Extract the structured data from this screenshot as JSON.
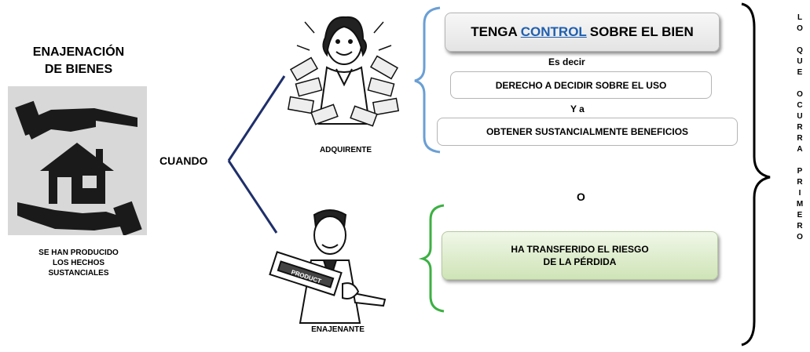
{
  "left": {
    "title_line1": "ENAJENACIÓN",
    "title_line2": "DE BIENES",
    "caption_line1": "SE HAN PRODUCIDO",
    "caption_line2": "LOS HECHOS",
    "caption_line3": "SUSTANCIALES",
    "image_icon": "hands-protecting-house-icon"
  },
  "branch": {
    "label": "CUANDO"
  },
  "top_branch": {
    "figure_label": "ADQUIRENTE",
    "figure_icon": "woman-with-money-icon",
    "box1_before": "TENGA",
    "box1_highlight": "CONTROL",
    "box1_after": "SOBRE EL BIEN",
    "connector1": "Es decir",
    "box2": "DERECHO A DECIDIR SOBRE EL USO",
    "connector2": "Y a",
    "box3": "OBTENER SUSTANCIALMENTE BENEFICIOS"
  },
  "middle": {
    "or_label": "O"
  },
  "bottom_branch": {
    "figure_label": "ENAJENANTE",
    "figure_icon": "man-holding-product-icon",
    "box_line1": "HA TRANSFERIDO EL RIESGO",
    "box_line2": "DE LA PÉRDIDA"
  },
  "vertical_text": [
    "L",
    "O",
    "",
    "Q",
    "U",
    "E",
    "",
    "O",
    "C",
    "U",
    "R",
    "R",
    "A",
    "",
    "P",
    "R",
    "I",
    "M",
    "E",
    "R",
    "O"
  ],
  "colors": {
    "branch_line": "#1f2f6b",
    "top_brace": "#6a9fd4",
    "bottom_brace": "#3cb043",
    "right_brace": "#000000",
    "highlight": "#1f5fb0"
  }
}
